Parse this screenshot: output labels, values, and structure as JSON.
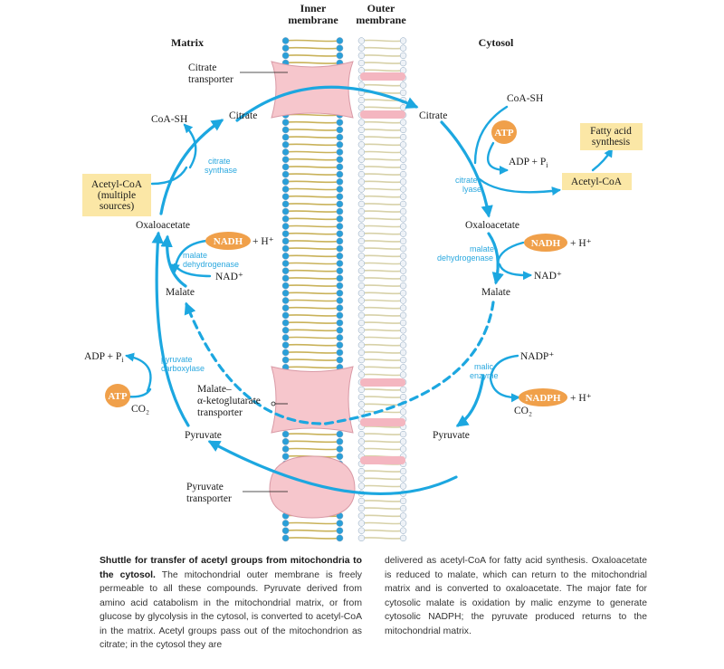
{
  "headers": {
    "inner": [
      "Inner",
      "membrane"
    ],
    "outer": [
      "Outer",
      "membrane"
    ],
    "matrix": "Matrix",
    "cytosol": "Cytosol"
  },
  "transporters": {
    "citrate": [
      "Citrate",
      "transporter"
    ],
    "malate": [
      "Malate–",
      "α-ketoglutarate",
      "transporter"
    ],
    "pyruvate": [
      "Pyruvate",
      "transporter"
    ]
  },
  "matrix": {
    "citrate": "Citrate",
    "coa_sh": "CoA-SH",
    "citrate_synthase": [
      "citrate",
      "synthase"
    ],
    "acetyl_coa_box": [
      "Acetyl-CoA",
      "(multiple",
      "sources)"
    ],
    "oxaloacetate": "Oxaloacetate",
    "nadh": "NADH",
    "h_plus": "+ H⁺",
    "malate_dh": [
      "malate",
      "dehydrogenase"
    ],
    "nad_plus": "NAD⁺",
    "malate": "Malate",
    "adp_pi": "ADP + P",
    "pi_sub": "i",
    "pyruvate_carboxylase": [
      "pyruvate",
      "carboxylase"
    ],
    "atp": "ATP",
    "co2": "CO₂",
    "pyruvate": "Pyruvate"
  },
  "cytosol": {
    "citrate": "Citrate",
    "coa_sh": "CoA-SH",
    "atp": "ATP",
    "adp_pi": "ADP + P",
    "pi_sub": "i",
    "citrate_lyase": [
      "citrate",
      "lyase"
    ],
    "acetyl_coa": "Acetyl-CoA",
    "fatty_acid_box": [
      "Fatty acid",
      "synthesis"
    ],
    "oxaloacetate": "Oxaloacetate",
    "nadh": "NADH",
    "h_plus": "+ H⁺",
    "malate_dh": [
      "malate",
      "dehydrogenase"
    ],
    "nad_plus": "NAD⁺",
    "malate": "Malate",
    "nadp_plus": "NADP⁺",
    "malic_enzyme": [
      "malic",
      "enzyme"
    ],
    "nadph": "NADPH",
    "co2": "CO₂",
    "pyruvate": "Pyruvate"
  },
  "caption": {
    "title": "Shuttle for transfer of acetyl groups from mitochondria to the cytosol.",
    "left_body": "The mitochondrial outer membrane is freely permeable to all these compounds. Pyruvate derived from amino acid catabolism in the mitochondrial matrix, or from glucose by glycolysis in the cytosol, is converted to acetyl-CoA in the matrix. Acetyl groups pass out of the mitochondrion as citrate; in the cytosol they are",
    "right_body": "delivered as acetyl-CoA for fatty acid synthesis. Oxaloacetate is reduced to malate, which can return to the mitochondrial matrix and is converted to oxaloacetate. The major fate for cytosolic malate is oxidation by malic enzyme to generate cytosolic NADPH; the pyruvate produced returns to the mitochondrial matrix."
  },
  "colors": {
    "arrow": "#1ca7e0",
    "enzyme_text": "#2aa8df",
    "cofactor_ellipse": "#f0a04a",
    "compound_box": "#fbe7a6",
    "transporter": "#f6c6cc",
    "inner_head": "#2a9fd8",
    "outer_head": "#eef2f7"
  }
}
